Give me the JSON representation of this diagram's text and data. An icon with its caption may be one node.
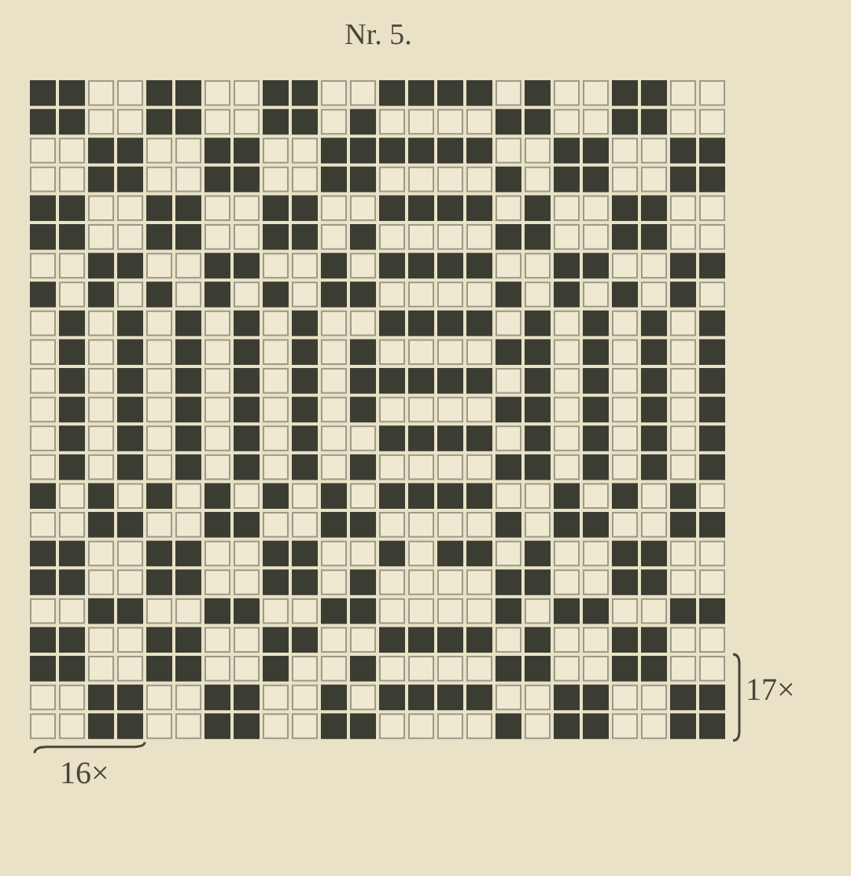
{
  "diagram": {
    "title": "Nr. 5.",
    "labels": [
      "17×",
      "16×"
    ]
  }
}
